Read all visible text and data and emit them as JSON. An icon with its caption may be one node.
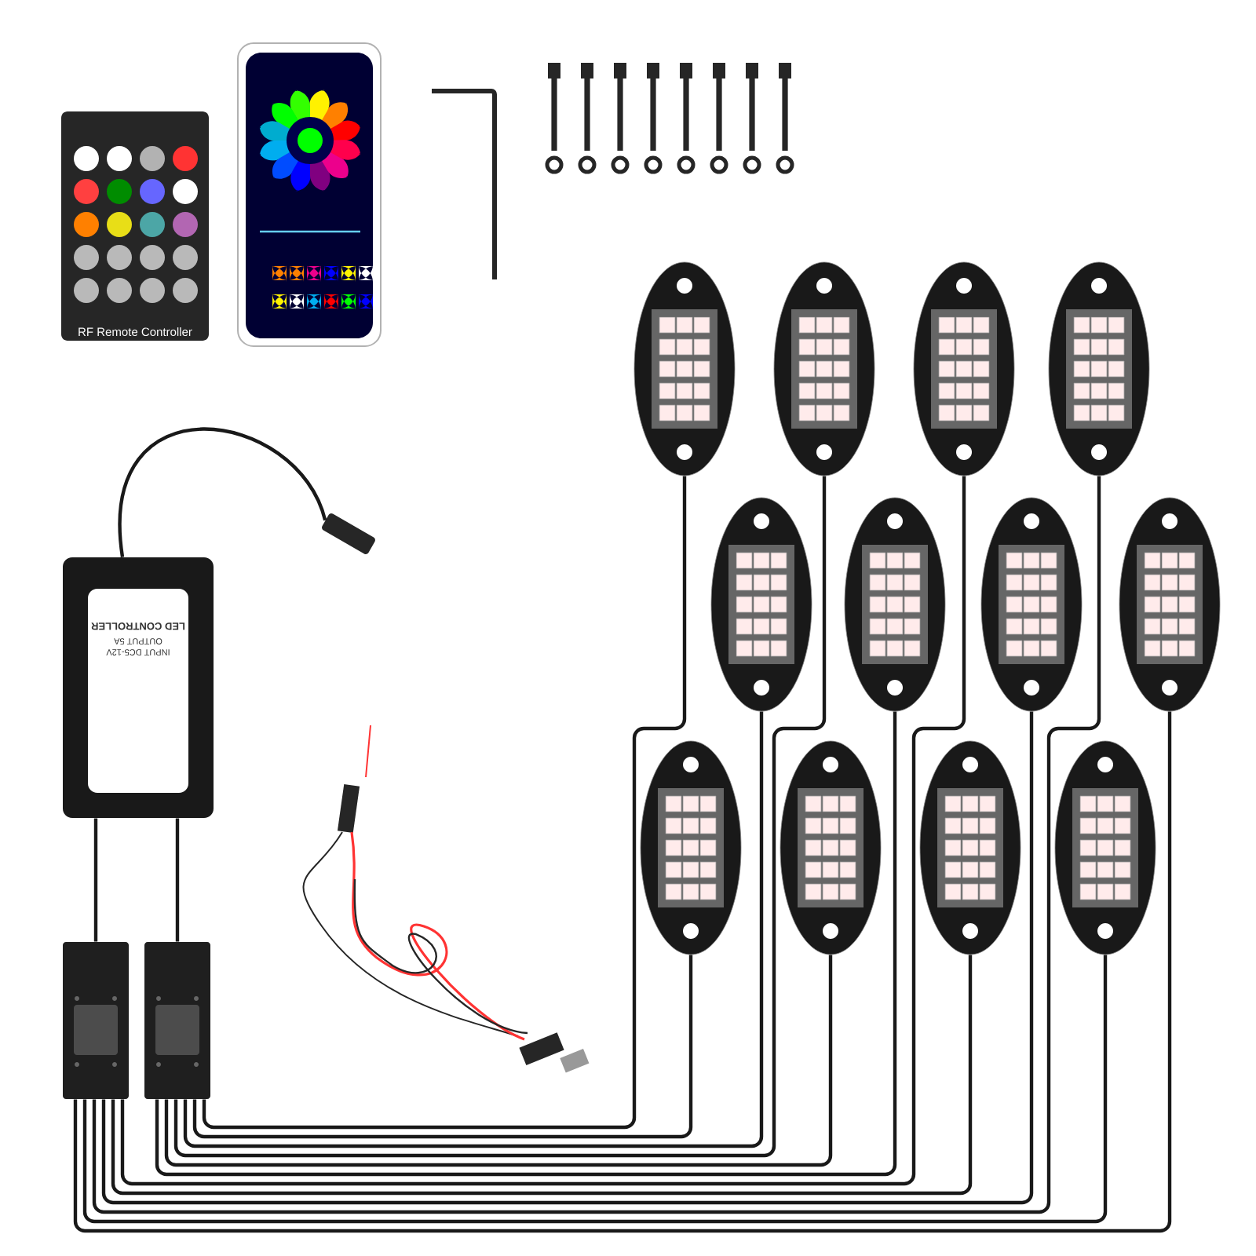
{
  "diagram": {
    "nodes": [
      {
        "text": [
          "RF Remote Controller"
        ]
      },
      {
        "text": [],
        "shape": "picture"
      },
      {
        "text": [],
        "shape": "plug"
      },
      {
        "text": [
          "LED CONTROLLER",
          "INPUT DC5-12V OUTPUT 5A"
        ]
      },
      {
        "text": [],
        "shape": "box"
      },
      {
        "text": [],
        "shape": "box"
      },
      {
        "text": [],
        "shape": "ellipse"
      },
      {
        "text": [],
        "shape": "ellipse"
      },
      {
        "text": [],
        "shape": "ellipse"
      },
      {
        "text": [],
        "shape": "ellipse"
      },
      {
        "text": [],
        "shape": "ellipse"
      },
      {
        "text": [],
        "shape": "ellipse"
      },
      {
        "text": [],
        "shape": "ellipse"
      },
      {
        "text": [],
        "shape": "ellipse"
      },
      {
        "text": [],
        "shape": "ellipse"
      },
      {
        "text": [],
        "shape": "ellipse"
      },
      {
        "text": [],
        "shape": "ellipse"
      },
      {
        "text": [],
        "shape": "ellipse"
      }
    ],
    "edges": [
      {
        "from": 3,
        "to": 2,
        "arrow": "none"
      },
      {
        "from": 3,
        "to": 4,
        "arrow": "none"
      },
      {
        "from": 3,
        "to": 5,
        "arrow": "none"
      },
      {
        "from": 5,
        "to": 6,
        "arrow": "none"
      },
      {
        "from": 5,
        "to": 14,
        "arrow": "none"
      },
      {
        "from": 5,
        "to": 10,
        "arrow": "none"
      },
      {
        "from": 5,
        "to": 7,
        "arrow": "none"
      },
      {
        "from": 5,
        "to": 15,
        "arrow": "none"
      },
      {
        "from": 5,
        "to": 11,
        "arrow": "none"
      },
      {
        "from": 4,
        "to": 8,
        "arrow": "none"
      },
      {
        "from": 4,
        "to": 16,
        "arrow": "none"
      },
      {
        "from": 4,
        "to": 12,
        "arrow": "none"
      },
      {
        "from": 4,
        "to": 9,
        "arrow": "none"
      },
      {
        "from": 4,
        "to": 17,
        "arrow": "none"
      },
      {
        "from": 4,
        "to": 13,
        "arrow": "none"
      }
    ]
  }
}
